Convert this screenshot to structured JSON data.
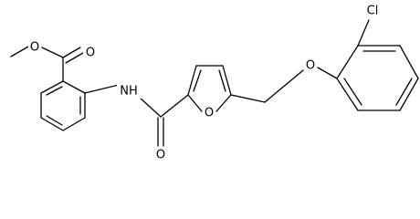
{
  "molecule": {
    "atoms": {
      "methoxy_O": "O",
      "carbonyl_O": "O",
      "amide_N": "NH",
      "amide_O": "O",
      "furan_O": "O",
      "ether_O": "O",
      "chlorine": "Cl"
    },
    "colors": {
      "bond": "#000000",
      "label": "#000000",
      "background": "#ffffff"
    }
  }
}
